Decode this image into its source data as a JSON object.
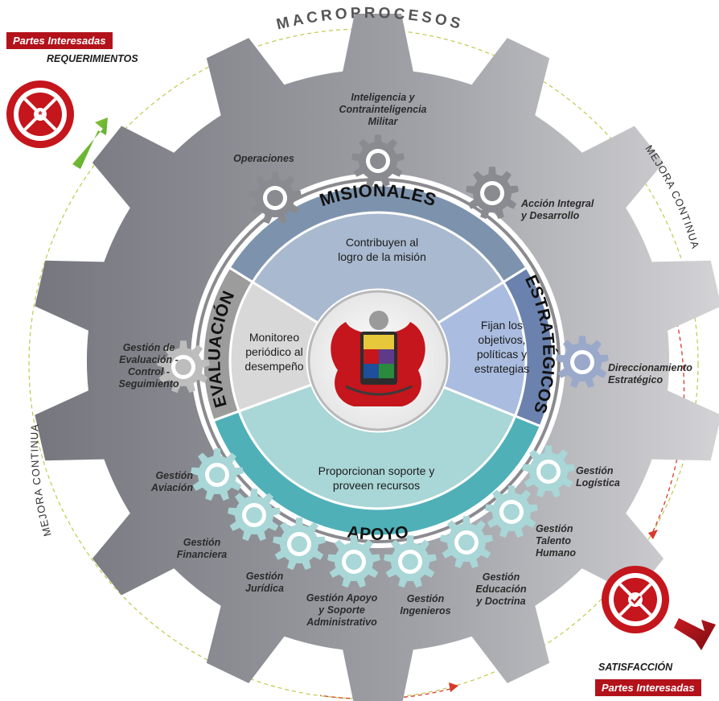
{
  "title": "MACROPROCESOS",
  "cycle_label": "MEJORA CONTINUA",
  "input": {
    "ribbon": "Partes Interesadas",
    "label": "REQUERIMIENTOS"
  },
  "output": {
    "label": "SATISFACCIÓN",
    "ribbon": "Partes Interesadas"
  },
  "sections": {
    "misionales": {
      "title": "MISIONALES",
      "text": "Contribuyen al\nlogro de la misión"
    },
    "estrategicos": {
      "title": "ESTRATÉGICOS",
      "text": "Fijan los\nobjetivos,\npolíticas y\nestrategias"
    },
    "evaluacion": {
      "title": "EVALUACIÓN",
      "text": "Monitoreo\nperiódico al\ndesempeño"
    },
    "apoyo": {
      "title": "APOYO",
      "text": "Proporcionan soporte y\nproveen recursos"
    }
  },
  "processes": {
    "operaciones": "Operaciones",
    "inteligencia": "Inteligencia y\nContrainteligencia\nMilitar",
    "accion_integral": "Acción Integral\ny Desarrollo",
    "direccionamiento": "Direccionamiento\nEstratégico",
    "evaluacion": "Gestión de\nEvaluación -\nControl -\nSeguimiento",
    "aviacion": "Gestión\nAviación",
    "financiera": "Gestión\nFinanciera",
    "juridica": "Gestión\nJurídica",
    "apoyo_adm": "Gestión Apoyo\ny Soporte\nAdministrativo",
    "ingenieros": "Gestión\nIngenieros",
    "educacion": "Gestión\nEducación\ny  Doctrina",
    "talento": "Gestión\nTalento\nHumano",
    "logistica": "Gestión\nLogística"
  },
  "colors": {
    "gear_dark": "#7e7f86",
    "gear_light": "#c9c9cc",
    "misionales": "#a9b9cf",
    "estrategicos": "#aabde0",
    "evaluacion": "#d8d8d8",
    "apoyo": "#a9d6d6",
    "band_misionales": "#7d93ad",
    "band_estrategicos": "#6a82ad",
    "band_evaluacion": "#9c9c9c",
    "band_apoyo": "#4fb0b8",
    "red": "#b3121b",
    "green": "#5fb52f"
  }
}
